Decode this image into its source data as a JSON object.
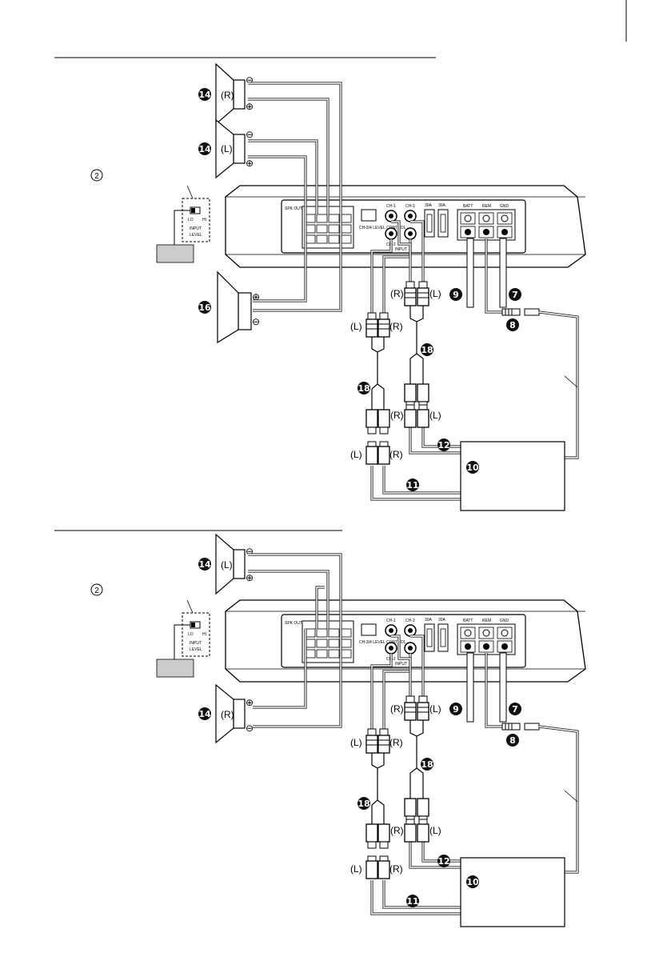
{
  "top": {
    "speakers": [
      {
        "badge": "14",
        "channel": "(R)",
        "minus": "⊖",
        "plus": "⊕"
      },
      {
        "badge": "14",
        "channel": "(L)",
        "minus": "⊖",
        "plus": "⊕"
      }
    ],
    "subwoofer": {
      "badge": "16",
      "plus": "⊕",
      "minus": "⊖"
    },
    "circled_number": "2",
    "switch": {
      "lo": "LO",
      "hi": "HI",
      "title1": "INPUT",
      "title2": "LEVEL"
    },
    "amp": {
      "spk_out": "SPK OUT",
      "level_control": "CH-3/4 LEVEL CONTROL",
      "ch1": "CH-1",
      "ch3": "CH-3",
      "ch2": "CH-2",
      "input": "INPUT",
      "fuse1": "30A",
      "fuse2": "30A",
      "batt": "BATT",
      "rem": "REM",
      "gnd": "GND"
    },
    "rca_labels": [
      "(R)",
      "(L)",
      "(L)",
      "(R)",
      "(R)",
      "(L)",
      "(L)",
      "(R)"
    ],
    "badges": [
      "9",
      "7",
      "8",
      "18",
      "18",
      "12",
      "10",
      "11"
    ]
  },
  "bottom": {
    "speakers": [
      {
        "badge": "14",
        "channel": "(L)",
        "minus": "⊖",
        "plus": "⊕"
      },
      {
        "badge": "14",
        "channel": "(R)",
        "plus": "⊕",
        "minus": "⊖"
      }
    ],
    "circled_number": "2",
    "switch": {
      "lo": "LO",
      "hi": "HI",
      "title1": "INPUT",
      "title2": "LEVEL"
    },
    "amp": {
      "spk_out": "SPK OUT",
      "level_control": "CH-3/4 LEVEL CONTROL",
      "ch1": "CH-1",
      "ch3": "CH-3",
      "ch2": "CH-2",
      "input": "INPUT",
      "fuse1": "30A",
      "fuse2": "30A",
      "batt": "BATT",
      "rem": "REM",
      "gnd": "GND"
    },
    "rca_labels": [
      "(R)",
      "(L)",
      "(L)",
      "(R)",
      "(R)",
      "(L)",
      "(L)",
      "(R)"
    ],
    "badges": [
      "9",
      "7",
      "8",
      "18",
      "18",
      "12",
      "10",
      "11"
    ]
  },
  "colors": {
    "line": "#222222",
    "grey_box": "#cccccc",
    "badge": "#111111"
  }
}
